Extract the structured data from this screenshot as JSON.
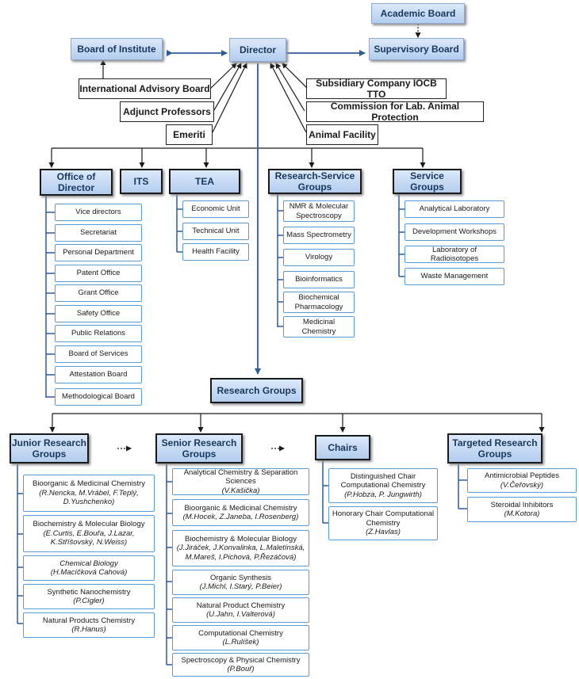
{
  "top": {
    "academic_board": "Academic Board",
    "supervisory_board": "Supervisory Board",
    "director": "Director",
    "board_of_institute": "Board of Institute"
  },
  "advisory": {
    "international_advisory_board": "International Advisory Board",
    "adjunct_professors": "Adjunct Professors",
    "emeriti": "Emeriti",
    "subsidiary_company": "Subsidiary Company IOCB TTO",
    "commission_animal_protection": "Commission for Lab. Animal Protection",
    "animal_facility": "Animal Facility"
  },
  "divisions": {
    "office_of_director": {
      "title": "Office of Director",
      "items": [
        "Vice directors",
        "Secretariat",
        "Personal Department",
        "Patent Office",
        "Grant Office",
        "Safety Office",
        "Public Relations",
        "Board of Services",
        "Attestation Board",
        "Methodological Board"
      ]
    },
    "its": {
      "title": "ITS"
    },
    "tea": {
      "title": "TEA",
      "items": [
        "Economic Unit",
        "Technical Unit",
        "Health Facility"
      ]
    },
    "research_service": {
      "title": "Research-Service Groups",
      "items": [
        "NMR & Molecular Spectroscopy",
        "Mass Spectrometry",
        "Virology",
        "Bioinformatics",
        "Biochemical Pharmacology",
        "Medicinal Chemistry"
      ]
    },
    "service": {
      "title": "Service Groups",
      "items": [
        "Analytical Laboratory",
        "Development Workshops",
        "Laboratory of Radioisotopes",
        "Waste  Management"
      ]
    }
  },
  "research": {
    "title": "Research Groups",
    "junior": {
      "title": "Junior Research Groups",
      "items": [
        {
          "name": "Bioorganic & Medicinal Chemistry",
          "people": "(R.Nencka, M.Vrábel, F.Teplý, D.Yushchenko)"
        },
        {
          "name": "Biochemistry & Molecular Biology",
          "people": "(E.Curtis, E.Bouřa, J.Lazar, K.Stříšovský, N.Weiss)"
        },
        {
          "name": "Chemical Biology",
          "people": "(H.Macíčková Cahová)"
        },
        {
          "name": "Synthetic Nanochemistry",
          "people": "(P.Cígler)"
        },
        {
          "name": "Natural Products Chemistry",
          "people": "(R.Hanus)"
        }
      ]
    },
    "senior": {
      "title": "Senior Research Groups",
      "items": [
        {
          "name": "Analytical Chemistry & Separation Sciences",
          "people": "(V.Kašička)"
        },
        {
          "name": "Bioorganic & Medicinal Chemistry",
          "people": "(M.Hocek, Z.Janeba, I.Rosenberg)"
        },
        {
          "name": "Biochemistry & Molecular Biology",
          "people": "(J.Jiráček, J.Konvalinka, L.Maletínská, M.Mareš, I.Pichová, P.Řezáčová)"
        },
        {
          "name": "Organic Synthesis",
          "people": "(J.Michl, I.Starý, P.Beier)"
        },
        {
          "name": "Natural Product Chemistry",
          "people": "(U.Jahn, I.Valterová)"
        },
        {
          "name": "Computational Chemistry",
          "people": "(L.Rulíšek)"
        },
        {
          "name": "Spectroscopy & Physical Chemistry",
          "people": "(P.Bouř)"
        }
      ]
    },
    "chairs": {
      "title": "Chairs",
      "items": [
        {
          "name": "Distinguished Chair Computational Chemistry",
          "people": "(P.Hobza, P. Jungwirth)"
        },
        {
          "name": "Honorary Chair Computational Chemistry",
          "people": "(Z.Havlas)"
        }
      ]
    },
    "targeted": {
      "title": "Targeted Research Groups",
      "items": [
        {
          "name": "Antimicrobial Peptides",
          "people": "(V.Čeřovský)"
        },
        {
          "name": "Steroidal Inhibitors",
          "people": "(M.Kotora)"
        }
      ]
    }
  }
}
